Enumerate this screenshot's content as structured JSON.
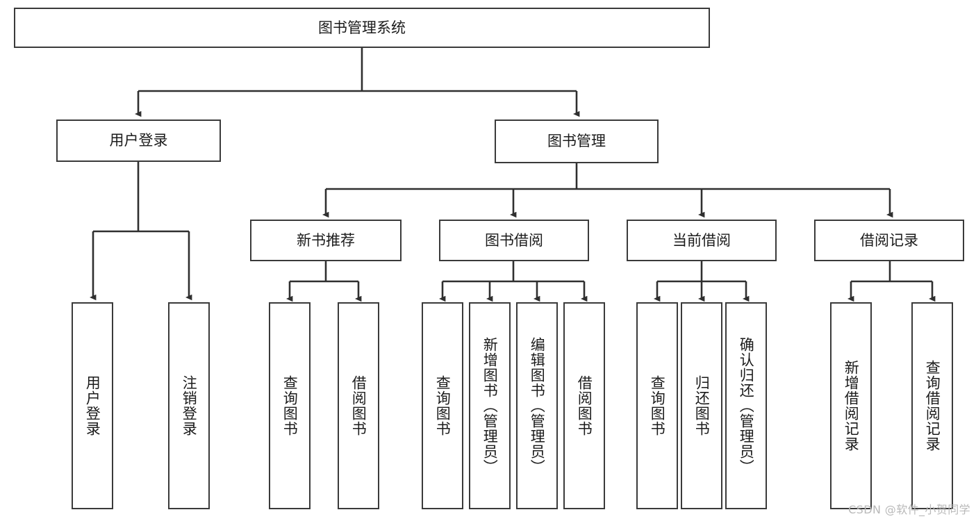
{
  "diagram": {
    "title": "图书管理系统",
    "watermark": "CSDN @软件_小贺同学",
    "accent_color": "#3a3a3a",
    "background_color": "#ffffff",
    "text_color": "#1b1b1b",
    "type": "tree-hierarchy-diagram",
    "root": {
      "id": "root",
      "label": "图书管理系统"
    },
    "level2": [
      {
        "id": "user-login",
        "label": "用户登录"
      },
      {
        "id": "book-management",
        "label": "图书管理"
      }
    ],
    "level3": [
      {
        "id": "new-book-recommend",
        "label": "新书推荐",
        "parent": "book-management"
      },
      {
        "id": "book-borrow",
        "label": "图书借阅",
        "parent": "book-management"
      },
      {
        "id": "current-borrow",
        "label": "当前借阅",
        "parent": "book-management"
      },
      {
        "id": "borrow-record",
        "label": "借阅记录",
        "parent": "book-management"
      }
    ],
    "leaves": [
      {
        "id": "leaf-user-login",
        "label": "用户登录",
        "parent": "user-login"
      },
      {
        "id": "leaf-logout-login",
        "label": "注销登录",
        "parent": "user-login"
      },
      {
        "id": "leaf-query-book-1",
        "label": "查询图书",
        "parent": "new-book-recommend"
      },
      {
        "id": "leaf-borrow-book-1",
        "label": "借阅图书",
        "parent": "new-book-recommend"
      },
      {
        "id": "leaf-query-book-2",
        "label": "查询图书",
        "parent": "book-borrow"
      },
      {
        "id": "leaf-add-book",
        "label": "新增图书（管理员）",
        "parent": "book-borrow"
      },
      {
        "id": "leaf-edit-book",
        "label": "编辑图书（管理员）",
        "parent": "book-borrow"
      },
      {
        "id": "leaf-borrow-book-2",
        "label": "借阅图书",
        "parent": "book-borrow"
      },
      {
        "id": "leaf-query-book-3",
        "label": "查询图书",
        "parent": "current-borrow"
      },
      {
        "id": "leaf-return-book",
        "label": "归还图书",
        "parent": "current-borrow"
      },
      {
        "id": "leaf-confirm-return",
        "label": "确认归还（管理员）",
        "parent": "current-borrow"
      },
      {
        "id": "leaf-add-record",
        "label": "新增借阅记录",
        "parent": "borrow-record"
      },
      {
        "id": "leaf-query-record",
        "label": "查询借阅记录",
        "parent": "borrow-record"
      }
    ]
  }
}
